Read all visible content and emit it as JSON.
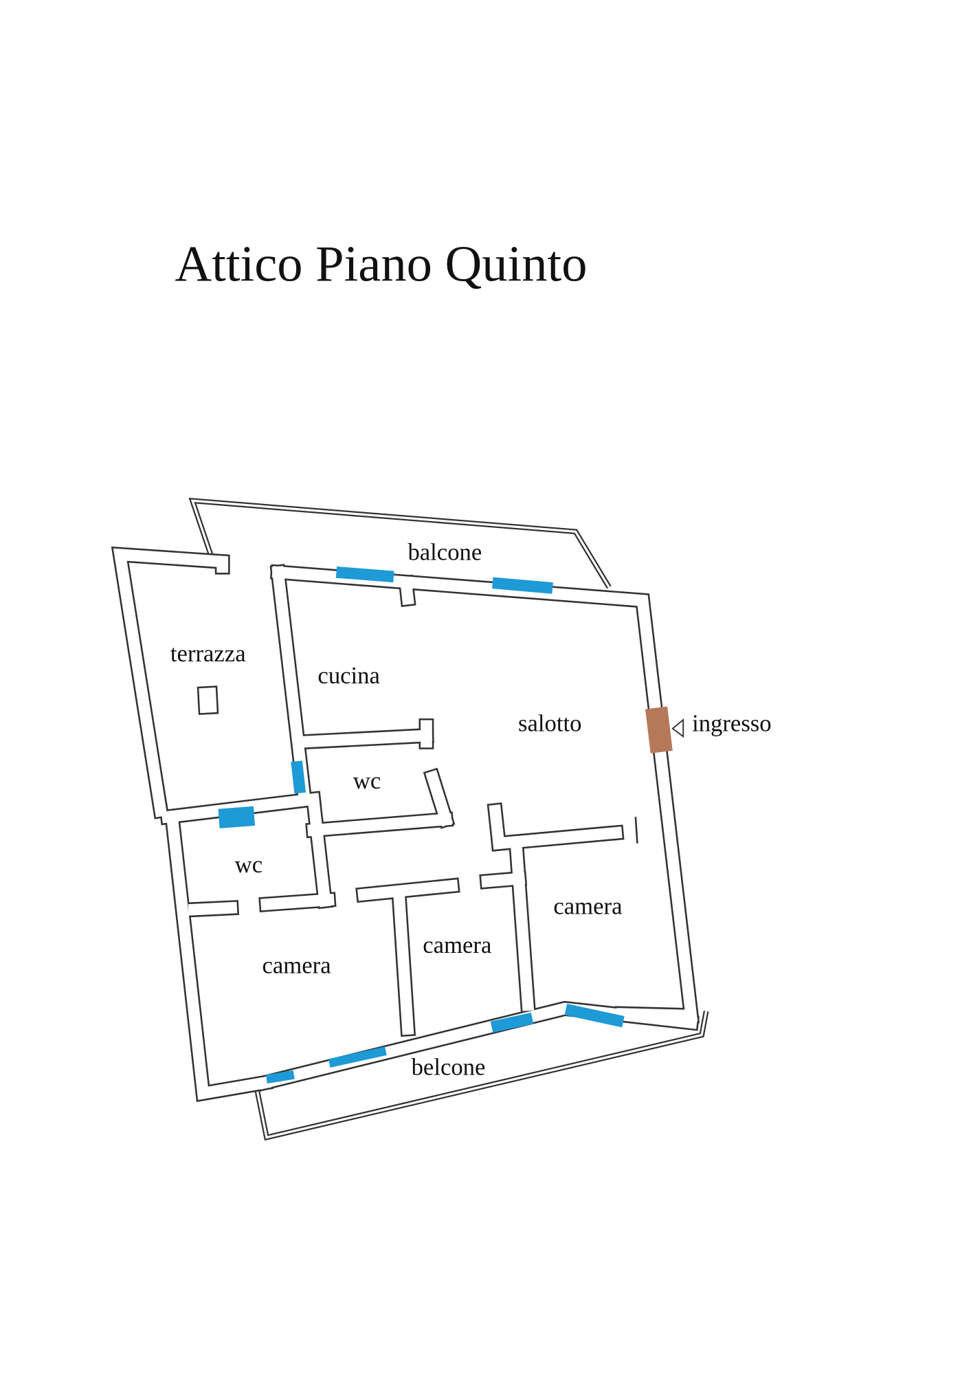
{
  "title": "Attico Piano Quinto",
  "rooms": {
    "balcone": "balcone",
    "terrazza": "terrazza",
    "cucina": "cucina",
    "salotto": "salotto",
    "ingresso": "ingresso",
    "wc_upper": "wc",
    "wc_lower": "wc",
    "camera_right": "camera",
    "camera_middle": "camera",
    "camera_left": "camera",
    "belcone": "belcone"
  },
  "colors": {
    "window": "#1e9ad6",
    "door": "#b5795a"
  }
}
